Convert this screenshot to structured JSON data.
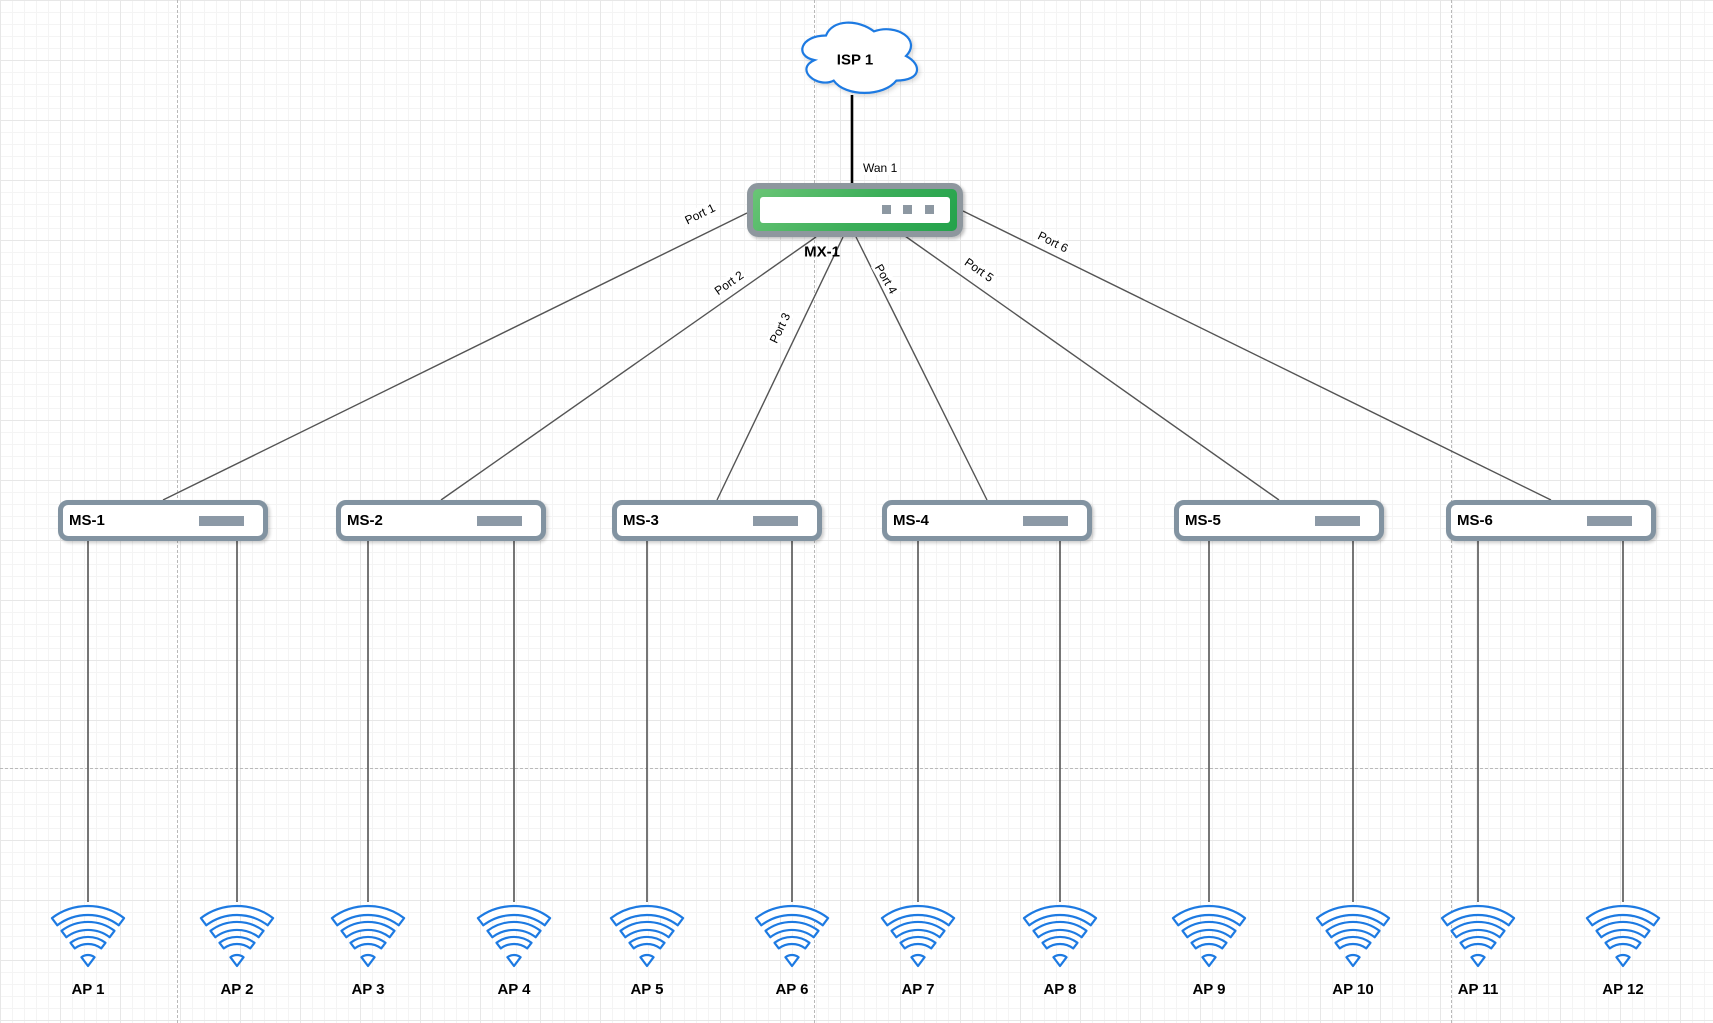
{
  "diagram": {
    "isp": {
      "label": "ISP 1"
    },
    "wan_link": {
      "label": "Wan 1"
    },
    "gateway": {
      "label": "MX-1"
    },
    "ports": [
      "Port 1",
      "Port 2",
      "Port 3",
      "Port 4",
      "Port 5",
      "Port 6"
    ],
    "switches": [
      "MS-1",
      "MS-2",
      "MS-3",
      "MS-4",
      "MS-5",
      "MS-6"
    ],
    "access_points": [
      "AP 1",
      "AP 2",
      "AP 3",
      "AP 4",
      "AP 5",
      "AP 6",
      "AP 7",
      "AP 8",
      "AP 9",
      "AP 10",
      "AP 11",
      "AP 12"
    ],
    "colors": {
      "cloud_stroke": "#1d7ae2",
      "wifi_stroke": "#1d7ae2",
      "device_border": "#8293a1",
      "mx_border": "#8e979e",
      "mx_green_light": "#6ac576",
      "mx_green_dark": "#23a24b",
      "edge_line": "#545454",
      "wan_line": "#000000"
    }
  }
}
